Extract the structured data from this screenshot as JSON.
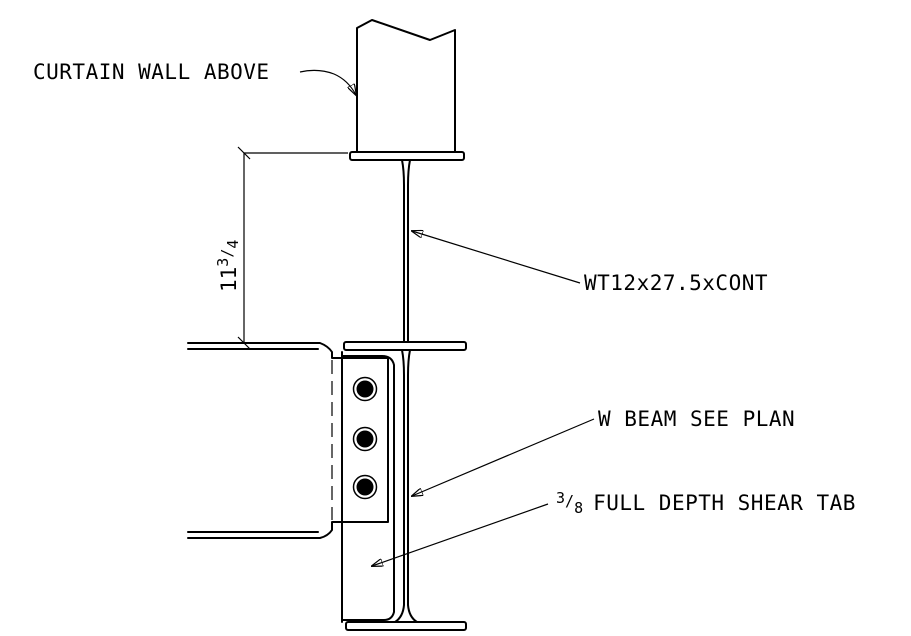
{
  "labels": {
    "curtain_wall": "CURTAIN WALL ABOVE",
    "wt_section": "WT12x27.5xCONT",
    "w_beam": "W BEAM SEE PLAN",
    "shear_tab_fraction_num": "3",
    "shear_tab_fraction_den": "8",
    "shear_tab": "FULL DEPTH SHEAR TAB"
  },
  "dimension": {
    "whole": "11",
    "fraction_num": "3",
    "fraction_den": "4"
  },
  "bolts": {
    "count": 3
  }
}
